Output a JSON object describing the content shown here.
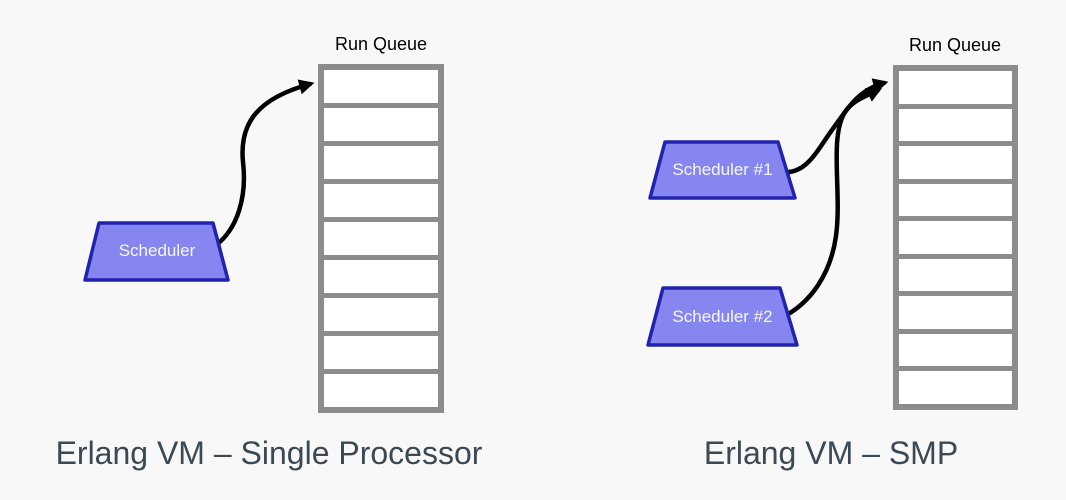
{
  "canvas": {
    "background": "#f8f8f8"
  },
  "colors": {
    "background": "#f8f8f8",
    "queue_frame": "#8c8c8c",
    "queue_cell": "#ffffff",
    "scheduler_fill": "#8686f0",
    "scheduler_border": "#2122b0",
    "scheduler_text": "#f6f6ff",
    "arrow": "#000000",
    "caption_text": "#3b4954",
    "queue_label_text": "#000000"
  },
  "diagrams": [
    {
      "id": "single-processor",
      "caption": "Erlang VM – Single Processor",
      "queue": {
        "label": "Run Queue",
        "slots": 9
      },
      "schedulers": [
        {
          "label": "Scheduler"
        }
      ]
    },
    {
      "id": "smp",
      "caption": "Erlang VM – SMP",
      "queue": {
        "label": "Run Queue",
        "slots": 9
      },
      "schedulers": [
        {
          "label": "Scheduler #1"
        },
        {
          "label": "Scheduler #2"
        }
      ]
    }
  ]
}
